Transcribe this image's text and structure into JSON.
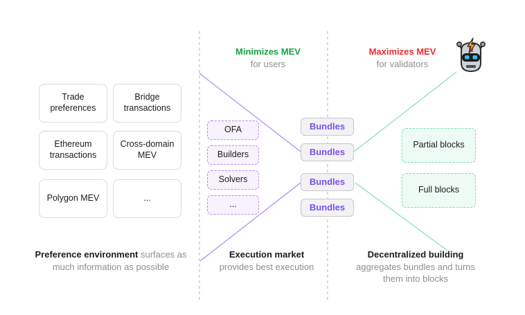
{
  "headings": {
    "left": {
      "title": "Minimizes MEV",
      "subtitle": "for users"
    },
    "right": {
      "title": "Maximizes MEV",
      "subtitle": "for validators"
    }
  },
  "preference_panel": {
    "boxes": [
      "Trade preferences",
      "Bridge transactions",
      "Ethereum transactions",
      "Cross-domain MEV",
      "Polygon MEV",
      "..."
    ],
    "caption": {
      "bold": "Preference environment",
      "rest": "surfaces as much information as possible"
    }
  },
  "execution_market": {
    "actors": [
      "OFA",
      "Builders",
      "Solvers",
      "..."
    ],
    "bundles": [
      "Bundles",
      "Bundles",
      "Bundles",
      "Bundles"
    ],
    "caption": {
      "bold": "Execution market",
      "rest": "provides best execution"
    }
  },
  "decentralized_building": {
    "boxes": [
      "Partial blocks",
      "Full blocks"
    ],
    "caption": {
      "bold": "Decentralized building",
      "rest": "aggregates bundles and turns them into blocks"
    }
  },
  "icons": {
    "robot": "flashbots-robot-icon"
  },
  "colors": {
    "heading_green": "#17a345",
    "heading_red": "#ed2b2f",
    "subtitle_gray": "#8e8e93",
    "caption_gray": "#8e8e93",
    "text_dark": "#1c1c1e",
    "divider_gray": "#b3b3b8",
    "purple_line": "#ab8df5",
    "green_line": "#7fe0c0",
    "purple_box_bg": "#f8f1fe",
    "purple_box_border": "#b78ceb",
    "bundle_bg": "#f2f2f5",
    "bundle_border": "#c7c7cd",
    "bundle_text": "#7c4ff0",
    "green_box_bg": "#edfbf4",
    "green_box_border": "#79dcbd",
    "white_box_border": "#d9d9de"
  }
}
